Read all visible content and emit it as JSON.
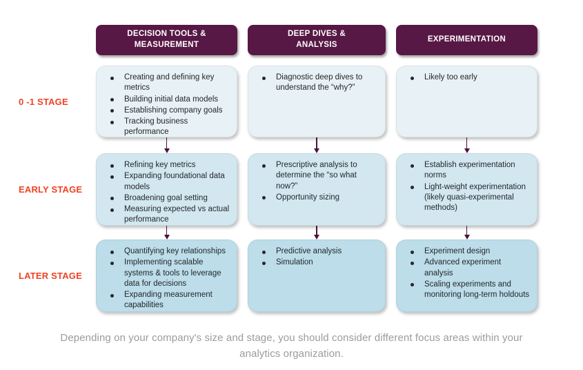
{
  "colors": {
    "header-bg": "#571845",
    "arrow": "#4a1338",
    "stage-label": "#ee4123",
    "row1-bg": "#e8f1f5",
    "row2-bg": "#d2e7f0",
    "row3-bg": "#bcdde9",
    "text": "#24272b",
    "caption": "#9b9b9b"
  },
  "columns": [
    {
      "header": "DECISION TOOLS &\nMEASUREMENT"
    },
    {
      "header": "DEEP DIVES &\nANALYSIS"
    },
    {
      "header": "EXPERIMENTATION"
    }
  ],
  "rows": [
    {
      "label": "0 -1 STAGE"
    },
    {
      "label": "EARLY STAGE"
    },
    {
      "label": "LATER STAGE"
    }
  ],
  "cells": [
    [
      [
        "Creating and defining key metrics",
        "Building initial data models",
        "Establishing company goals",
        "Tracking business performance"
      ],
      [
        "Diagnostic deep dives to understand the “why?”"
      ],
      [
        "Likely too early"
      ]
    ],
    [
      [
        "Refining key metrics",
        "Expanding foundational data models",
        "Broadening goal setting",
        "Measuring expected vs actual performance"
      ],
      [
        "Prescriptive analysis to determine the “so what now?”",
        "Opportunity sizing"
      ],
      [
        "Establish experimentation norms",
        "Light-weight experimentation (likely quasi-experimental methods)"
      ]
    ],
    [
      [
        "Quantifying key relationships",
        "Implementing scalable systems & tools to leverage data for decisions",
        "Expanding measurement capabilities"
      ],
      [
        "Predictive analysis",
        "Simulation"
      ],
      [
        "Experiment design",
        "Advanced experiment analysis",
        "Scaling experiments and monitoring long-term holdouts"
      ]
    ]
  ],
  "caption": "Depending on your company's size and stage, you should consider different focus areas within your analytics organization."
}
